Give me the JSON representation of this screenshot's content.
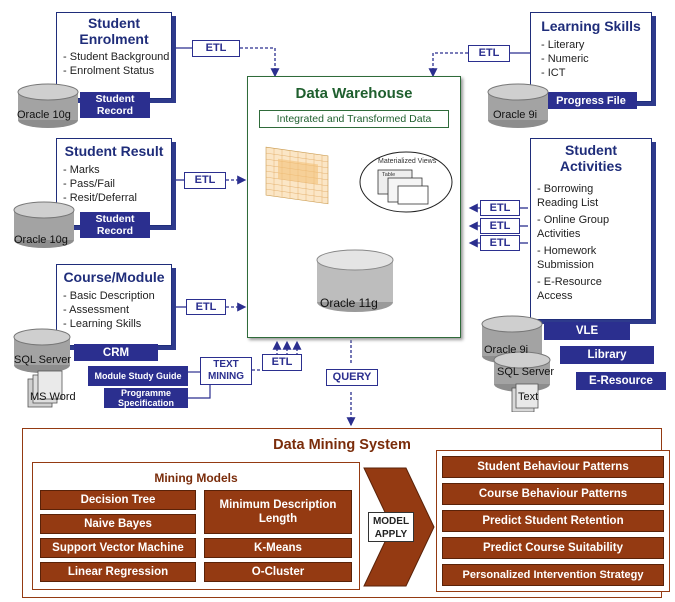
{
  "enrolment": {
    "title1": "Student",
    "title2": "Enrolment",
    "items": [
      "Student Background",
      "Enrolment Status"
    ],
    "bar": "Student Record",
    "db": "Oracle 10g"
  },
  "result": {
    "title": "Student Result",
    "items": [
      "Marks",
      "Pass/Fail",
      "Resit/Deferral"
    ],
    "bar": "Student Record",
    "db": "Oracle 10g"
  },
  "course": {
    "title": "Course/Module",
    "items": [
      "Basic Description",
      "Assessment",
      "Learning Skills"
    ],
    "bar_crm": "CRM",
    "bar_guide": "Module Study Guide",
    "bar_prog": "Programme Specification",
    "db": "SQL Server",
    "word": "MS Word"
  },
  "skills": {
    "title": "Learning Skills",
    "items": [
      "Literary",
      "Numeric",
      "ICT"
    ],
    "bar": "Progress File",
    "db": "Oracle 9i"
  },
  "activities": {
    "title1": "Student",
    "title2": "Activities",
    "items": [
      "Borrowing Reading List",
      "Online Group Activities",
      "Homework Submission",
      "E-Resource Access"
    ],
    "bar_vle": "VLE",
    "bar_library": "Library",
    "bar_eres": "E-Resource",
    "db1": "Oracle 9i",
    "db2": "SQL Server",
    "db3": "Text"
  },
  "etl": "ETL",
  "text_mining": "TEXT MINING",
  "query": "QUERY",
  "warehouse": {
    "title": "Data Warehouse",
    "subtitle": "Integrated and Transformed Data",
    "matviews": "Materialized Views",
    "table": "Table",
    "db": "Oracle 11g"
  },
  "dms": {
    "title": "Data Mining System",
    "models_title": "Mining Models",
    "models_left": [
      "Decision Tree",
      "Naive Bayes",
      "Support Vector Machine",
      "Linear Regression"
    ],
    "models_right": [
      "Minimum Description Length",
      "K-Means",
      "O-Cluster"
    ],
    "model_apply": "MODEL APPLY",
    "outputs": [
      "Student Behaviour Patterns",
      "Course Behaviour Patterns",
      "Predict Student Retention",
      "Predict Course Suitability",
      "Personalized Intervention Strategy"
    ]
  },
  "colors": {
    "navy": "#2b2f8f",
    "brown": "#943a12",
    "green": "#2f6b3a"
  }
}
